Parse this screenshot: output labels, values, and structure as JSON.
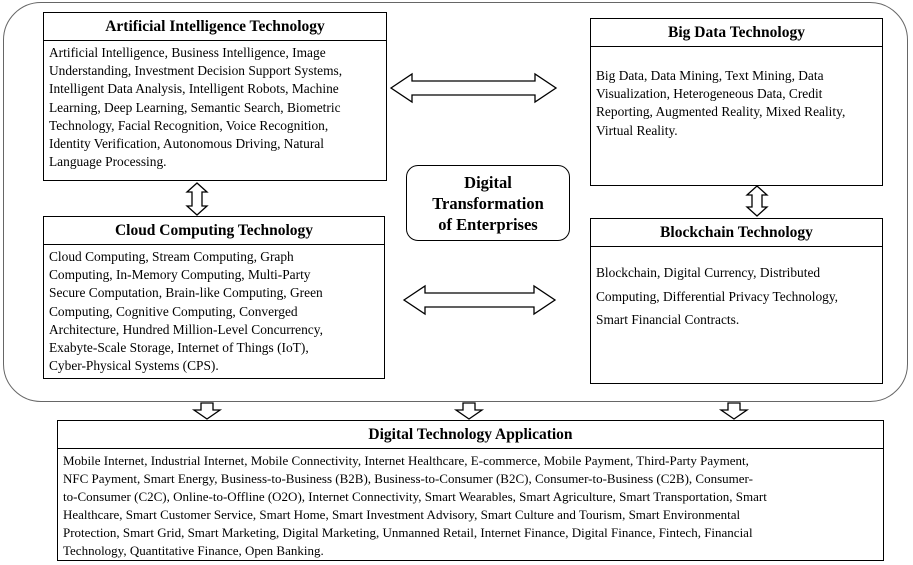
{
  "center_label_lines": [
    "Digital",
    "Transformation",
    "of Enterprises"
  ],
  "ai": {
    "title": "Artificial Intelligence Technology",
    "lines": [
      "Artificial Intelligence, Business Intelligence, Image",
      "Understanding, Investment Decision Support Systems,",
      "Intelligent Data Analysis, Intelligent Robots, Machine",
      "Learning, Deep Learning, Semantic Search, Biometric",
      "Technology, Facial Recognition, Voice Recognition,",
      "Identity Verification, Autonomous Driving, Natural",
      "Language Processing."
    ]
  },
  "bigdata": {
    "title": "Big Data Technology",
    "lines": [
      "Big Data, Data Mining, Text Mining, Data",
      "Visualization, Heterogeneous Data, Credit",
      "Reporting, Augmented Reality, Mixed Reality,",
      "Virtual Reality."
    ]
  },
  "cloud": {
    "title": "Cloud Computing Technology",
    "lines": [
      "Cloud Computing, Stream Computing, Graph",
      "Computing, In-Memory Computing, Multi-Party",
      "Secure Computation, Brain-like Computing, Green",
      "Computing, Cognitive Computing, Converged",
      "Architecture, Hundred Million-Level Concurrency,",
      "Exabyte-Scale Storage, Internet of Things (IoT),",
      "Cyber-Physical Systems (CPS)."
    ]
  },
  "blockchain": {
    "title": "Blockchain Technology",
    "lines": [
      "Blockchain, Digital Currency, Distributed",
      "Computing, Differential Privacy Technology,",
      "Smart Financial Contracts."
    ]
  },
  "application": {
    "title": "Digital Technology Application",
    "lines": [
      "Mobile Internet, Industrial Internet, Mobile Connectivity, Internet Healthcare, E-commerce, Mobile Payment, Third-Party Payment,",
      "NFC Payment, Smart Energy, Business-to-Business (B2B), Business-to-Consumer (B2C), Consumer-to-Business (C2B), Consumer-",
      "to-Consumer (C2C), Online-to-Offline (O2O), Internet Connectivity, Smart Wearables, Smart Agriculture, Smart Transportation, Smart",
      "Healthcare, Smart Customer Service, Smart Home, Smart Investment Advisory, Smart Culture and Tourism, Smart Environmental",
      "Protection, Smart Grid, Smart Marketing, Digital Marketing, Unmanned Retail, Internet Finance, Digital Finance, Fintech, Financial",
      "Technology, Quantitative Finance, Open Banking."
    ]
  }
}
